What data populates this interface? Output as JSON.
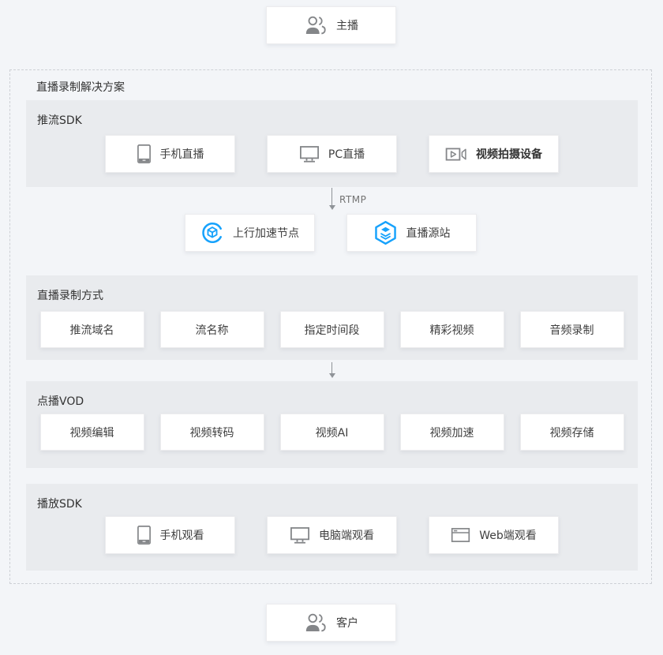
{
  "colors": {
    "page_bg": "#f3f5f8",
    "band_bg": "#e9ebee",
    "node_bg": "#ffffff",
    "accent_blue": "#17a2fc",
    "icon_gray": "#848689",
    "text": "#404040",
    "dash_border": "#cdd0d5"
  },
  "anchor_node": {
    "label": "主播",
    "icon": "users-icon"
  },
  "customer_node": {
    "label": "客户",
    "icon": "users-icon"
  },
  "solution": {
    "title": "直播录制解决方案"
  },
  "push_sdk": {
    "title": "推流SDK",
    "items": [
      {
        "label": "手机直播",
        "icon": "phone-icon"
      },
      {
        "label": "PC直播",
        "icon": "monitor-icon"
      },
      {
        "label": "视频拍摄设备",
        "icon": "video-camera-icon"
      }
    ]
  },
  "rtmp": {
    "label": "RTMP"
  },
  "relay": {
    "items": [
      {
        "label": "上行加速节点",
        "icon": "acceleration-node-icon"
      },
      {
        "label": "直播源站",
        "icon": "origin-server-icon"
      }
    ]
  },
  "record_modes": {
    "title": "直播录制方式",
    "items": [
      {
        "label": "推流域名"
      },
      {
        "label": "流名称"
      },
      {
        "label": "指定时间段"
      },
      {
        "label": "精彩视频"
      },
      {
        "label": "音频录制"
      }
    ]
  },
  "vod": {
    "title": "点播VOD",
    "items": [
      {
        "label": "视频编辑"
      },
      {
        "label": "视频转码"
      },
      {
        "label": "视频AI"
      },
      {
        "label": "视频加速"
      },
      {
        "label": "视频存储"
      }
    ]
  },
  "play_sdk": {
    "title": "播放SDK",
    "items": [
      {
        "label": "手机观看",
        "icon": "phone-icon"
      },
      {
        "label": "电脑端观看",
        "icon": "monitor-icon"
      },
      {
        "label": "Web端观看",
        "icon": "browser-icon"
      }
    ]
  }
}
